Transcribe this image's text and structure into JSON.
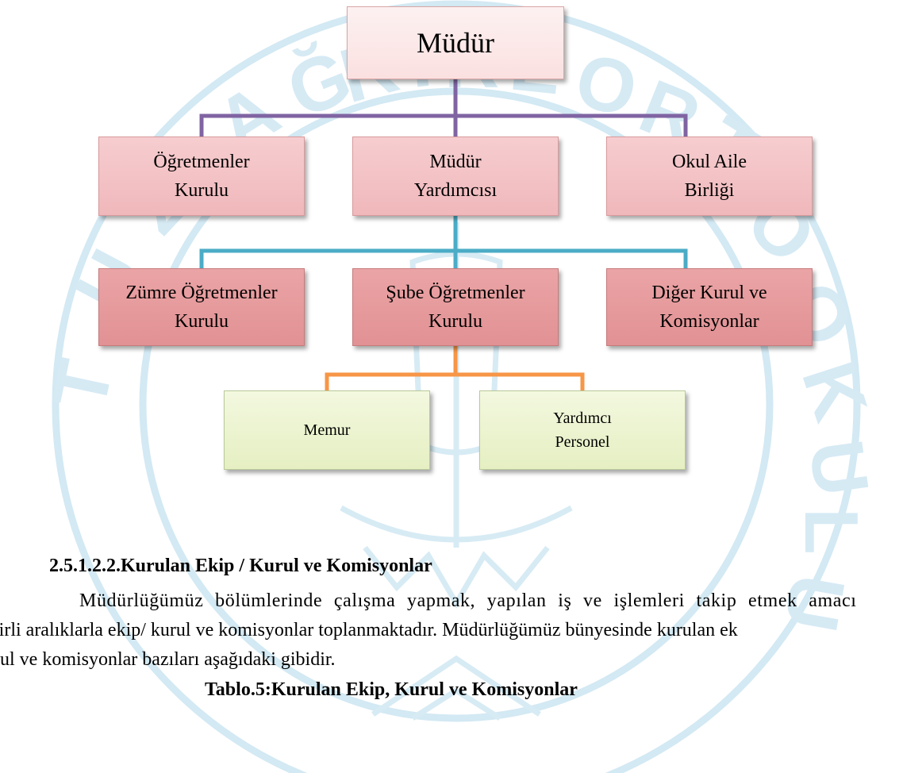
{
  "org_chart": {
    "top": {
      "line1": "Müdür"
    },
    "level2": [
      {
        "line1": "Öğretmenler",
        "line2": "Kurulu"
      },
      {
        "line1": "Müdür",
        "line2": "Yardımcısı"
      },
      {
        "line1": "Okul Aile",
        "line2": "Birliği"
      }
    ],
    "level3": [
      {
        "line1": "Zümre Öğretmenler",
        "line2": "Kurulu"
      },
      {
        "line1": "Şube Öğretmenler",
        "line2": "Kurulu"
      },
      {
        "line1": "Diğer Kurul ve",
        "line2": "Komisyonlar"
      }
    ],
    "level4": [
      {
        "line1": "Memur"
      },
      {
        "line1": "Yardımcı",
        "line2": "Personel"
      }
    ],
    "colors": {
      "level1_connector": "#8064a2",
      "level2_connector": "#4bacc6",
      "level3_connector": "#f79646"
    }
  },
  "watermark": {
    "color": "#d3e9f3"
  },
  "section": {
    "heading": "2.5.1.2.2.Kurulan Ekip / Kurul ve Komisyonlar",
    "paragraph_lines": [
      "Müdürlüğümüz bölümlerinde çalışma yapmak, yapılan iş ve işlemleri takip etmek amacı",
      "lirli aralıklarla ekip/ kurul ve komisyonlar toplanmaktadır. Müdürlüğümüz bünyesinde kurulan ek",
      "rul ve komisyonlar bazıları aşağıdaki gibidir."
    ],
    "table_caption": "Tablo.5:Kurulan Ekip, Kurul ve Komisyonlar"
  }
}
